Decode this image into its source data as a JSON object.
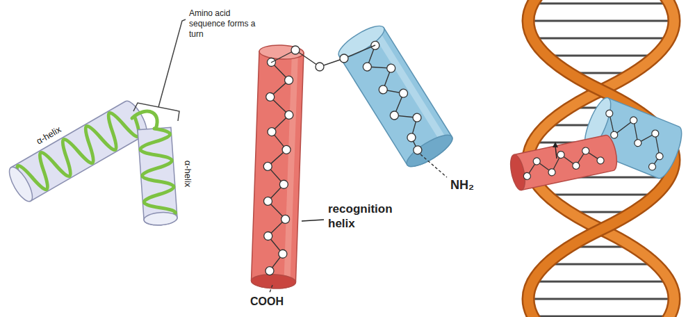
{
  "diagram": {
    "labels": [
      "α-helix",
      "Amino acid sequence forms a turn",
      "α-helix",
      "recognition helix",
      "NH₂",
      "COOH"
    ]
  }
}
